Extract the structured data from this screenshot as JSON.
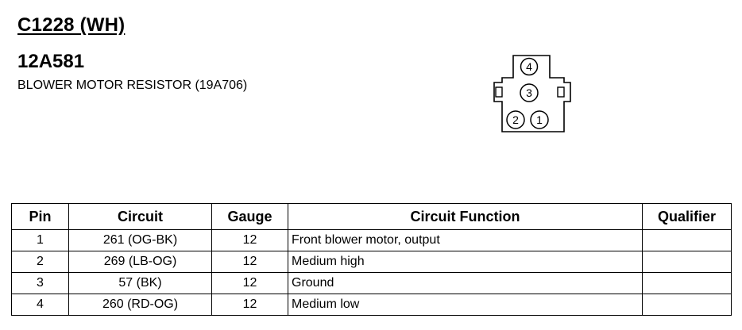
{
  "header": {
    "connector_id": "C1228 (WH)",
    "part_number": "12A581",
    "description": "BLOWER MOTOR RESISTOR (19A706)"
  },
  "connector": {
    "pins": [
      "4",
      "3",
      "2",
      "1"
    ]
  },
  "table": {
    "columns": [
      "Pin",
      "Circuit",
      "Gauge",
      "Circuit Function",
      "Qualifier"
    ],
    "rows": [
      {
        "pin": "1",
        "circuit": "261 (OG-BK)",
        "gauge": "12",
        "function": "Front blower motor, output",
        "qualifier": ""
      },
      {
        "pin": "2",
        "circuit": "269 (LB-OG)",
        "gauge": "12",
        "function": "Medium high",
        "qualifier": ""
      },
      {
        "pin": "3",
        "circuit": "57 (BK)",
        "gauge": "12",
        "function": "Ground",
        "qualifier": ""
      },
      {
        "pin": "4",
        "circuit": "260 (RD-OG)",
        "gauge": "12",
        "function": "Medium low",
        "qualifier": ""
      }
    ]
  }
}
